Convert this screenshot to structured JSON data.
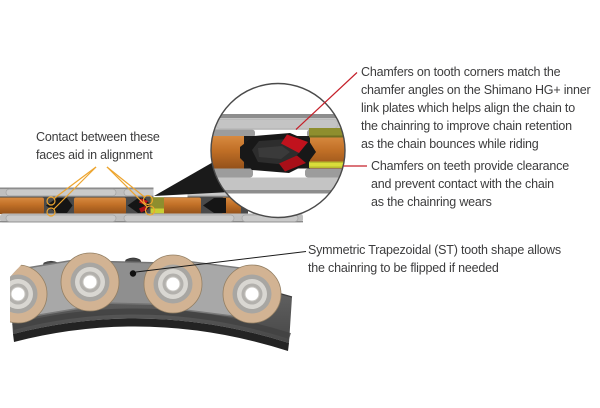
{
  "figure": {
    "background": "#ffffff",
    "annotations": {
      "contact_alignment": "Contact between these\nfaces aid in alignment",
      "chamfer_corners": "Chamfers on tooth corners match the\nchamfer angles on the Shimano HG+ inner\nlink plates which helps align the chain to\nthe chainring to improve chain retention\nas the chain bounces while riding",
      "chamfer_teeth": "Chamfers on teeth provide clearance\nand prevent contact with the chain\nas the chainring wears",
      "st_tooth": "Symmetric Trapezoidal (ST) tooth shape allows\nthe chainring to be flipped if needed"
    },
    "colors": {
      "text": "#3c3c3d",
      "red_highlight": "#c1121d",
      "red_leader": "#c5202a",
      "yellow_leader": "#eda52f",
      "roller_orange": "#c06f26",
      "wear_indicator_olive": "#8e8e2e",
      "wear_indicator_yellow": "#d9dc3a",
      "chain_plate_gray": "#c4c4c4",
      "chainring_gray": "#5a5a5a",
      "roller_tan": "#d2b393",
      "tooth_black": "#181818"
    }
  }
}
